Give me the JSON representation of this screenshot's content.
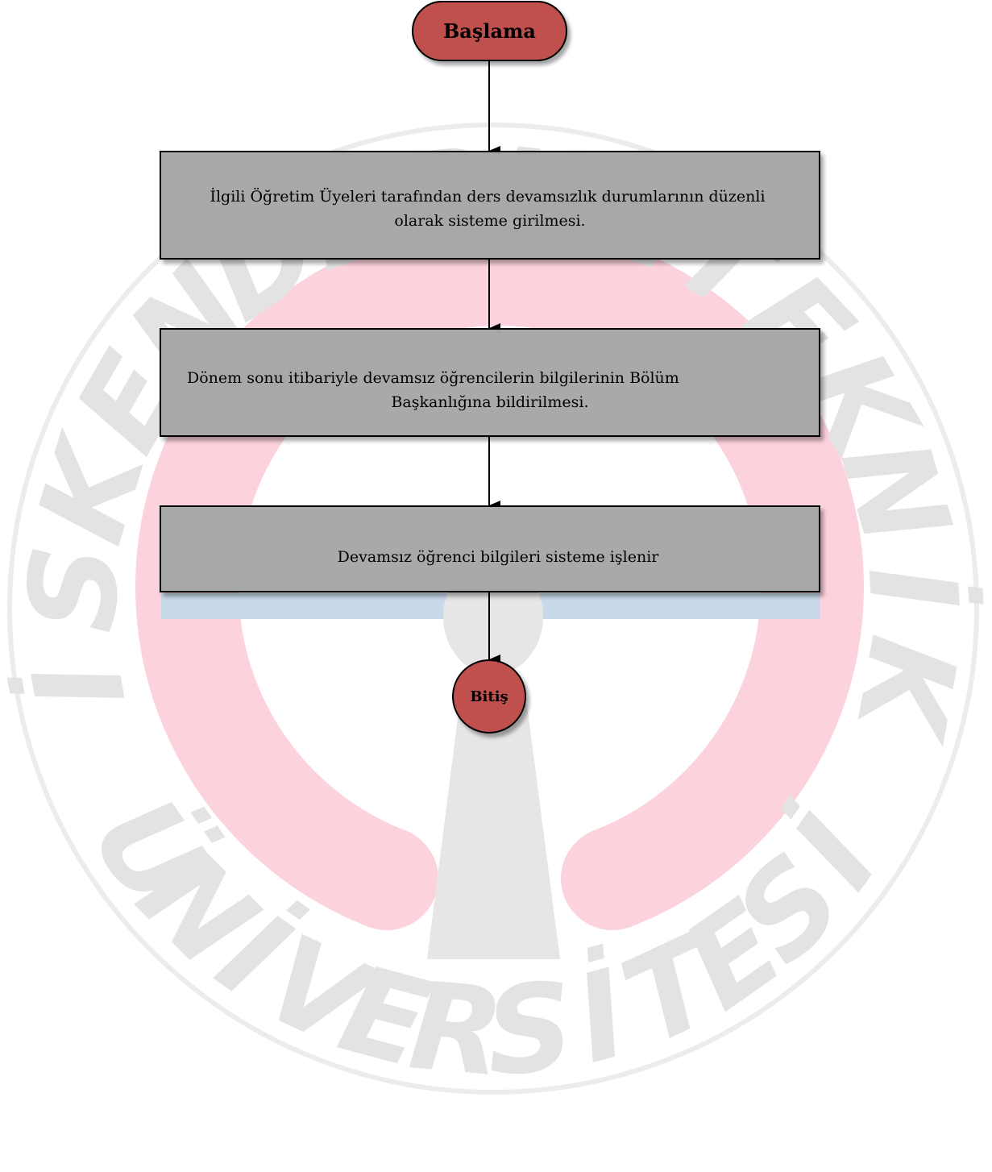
{
  "watermark": {
    "letters_top": [
      "İ",
      "S",
      "K",
      "E",
      "N",
      "D",
      "E",
      "R",
      "U",
      "N",
      "T",
      "E",
      "K",
      "N",
      "İ",
      "K"
    ],
    "letters_bottom": [
      "Ü",
      "N",
      "İ",
      "V",
      "E",
      "R",
      "S",
      "İ",
      "T",
      "E",
      "S",
      "İ"
    ],
    "colors": {
      "letters": "#e3e3e3",
      "ring": "#fcd3dc",
      "band": "#c9d9ea",
      "stem": "#e6e6e6"
    }
  },
  "flow": {
    "start_label": "Başlama",
    "steps": [
      {
        "line1": "İlgili Öğretim Üyeleri tarafından ders devamsızlık durumlarının düzenli",
        "line2": "olarak sisteme girilmesi."
      },
      {
        "line1": "Dönem sonu itibariyle devamsız öğrencilerin bilgilerinin Bölüm",
        "line2": "Başkanlığına bildirilmesi."
      },
      {
        "line1": "Devamsız öğrenci bilgileri sisteme işlenir"
      }
    ],
    "end_label": "Bitiş",
    "colors": {
      "terminal_fill": "#c0504d",
      "process_fill": "#a6a6a6",
      "stroke": "#000000"
    }
  }
}
